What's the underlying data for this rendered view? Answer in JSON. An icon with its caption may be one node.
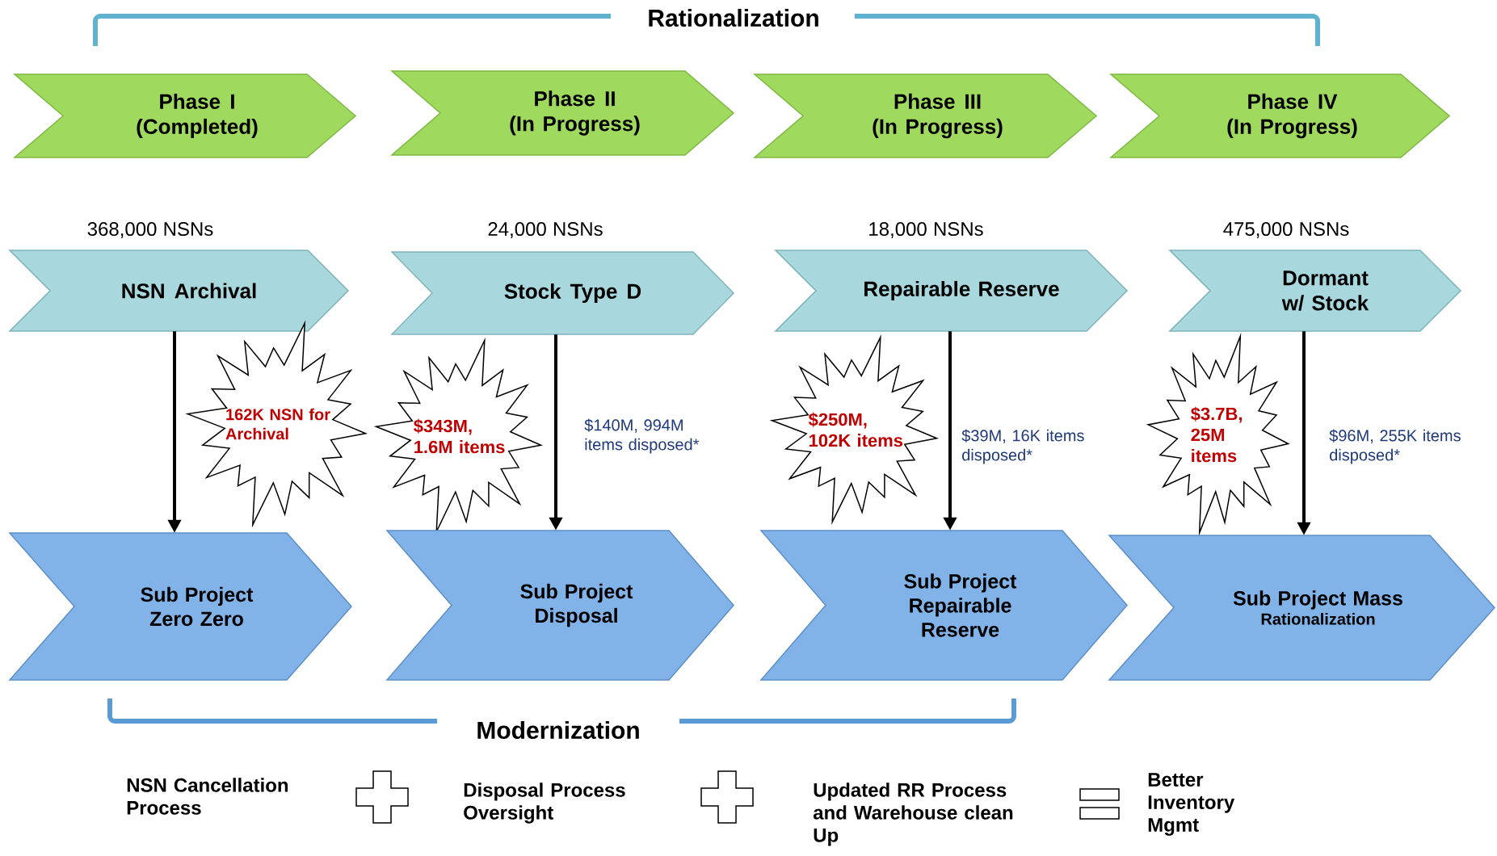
{
  "diagram": {
    "nodes": [
      {
        "text": [
          "Phase I",
          "(Completed)"
        ]
      },
      {
        "text": [
          "Phase II",
          "(In Progress)"
        ]
      },
      {
        "text": [
          "Phase III",
          "(In Progress)"
        ]
      },
      {
        "text": [
          "Phase IV",
          "(In Progress)"
        ]
      },
      {
        "text": [
          "NSN Archival"
        ],
        "beside": [
          "368,000 NSNs"
        ]
      },
      {
        "text": [
          "Stock Type D"
        ],
        "beside": [
          "24,000 NSNs"
        ]
      },
      {
        "text": [
          "Repairable Reserve"
        ],
        "beside": [
          "18,000 NSNs"
        ]
      },
      {
        "text": [
          "Dormant w/ Stock"
        ],
        "beside": [
          "475,000 NSNs"
        ]
      },
      {
        "text": [
          "162K NSN for Archival"
        ]
      },
      {
        "text": [
          "$343M, 1.6M items"
        ]
      },
      {
        "text": [
          "$250M, 102K items"
        ]
      },
      {
        "text": [
          "$3.7B, 25M items"
        ]
      },
      {
        "text": [
          "Sub Project Zero Zero"
        ]
      },
      {
        "text": [
          "Sub Project Disposal"
        ]
      },
      {
        "text": [
          "Sub Project Repairable Reserve"
        ]
      },
      {
        "text": [
          "Sub Project Mass",
          "Rationalization"
        ]
      }
    ],
    "edges": [
      {
        "from": 4,
        "to": 12,
        "arrow": "to"
      },
      {
        "from": 5,
        "to": 13,
        "arrow": "to",
        "label": "$140M, 994M items disposed*"
      },
      {
        "from": 6,
        "to": 14,
        "arrow": "to",
        "label": "$39M, 16K items disposed*"
      },
      {
        "from": 7,
        "to": 15,
        "arrow": "to",
        "label": "$96M, 255K items disposed*"
      }
    ],
    "labels": [
      "Rationalization",
      "Modernization",
      "NSN Cancellation Process",
      "Disposal Process Oversight",
      "Updated RR Process and Warehouse clean Up",
      "Better Inventory Mgmt"
    ]
  }
}
